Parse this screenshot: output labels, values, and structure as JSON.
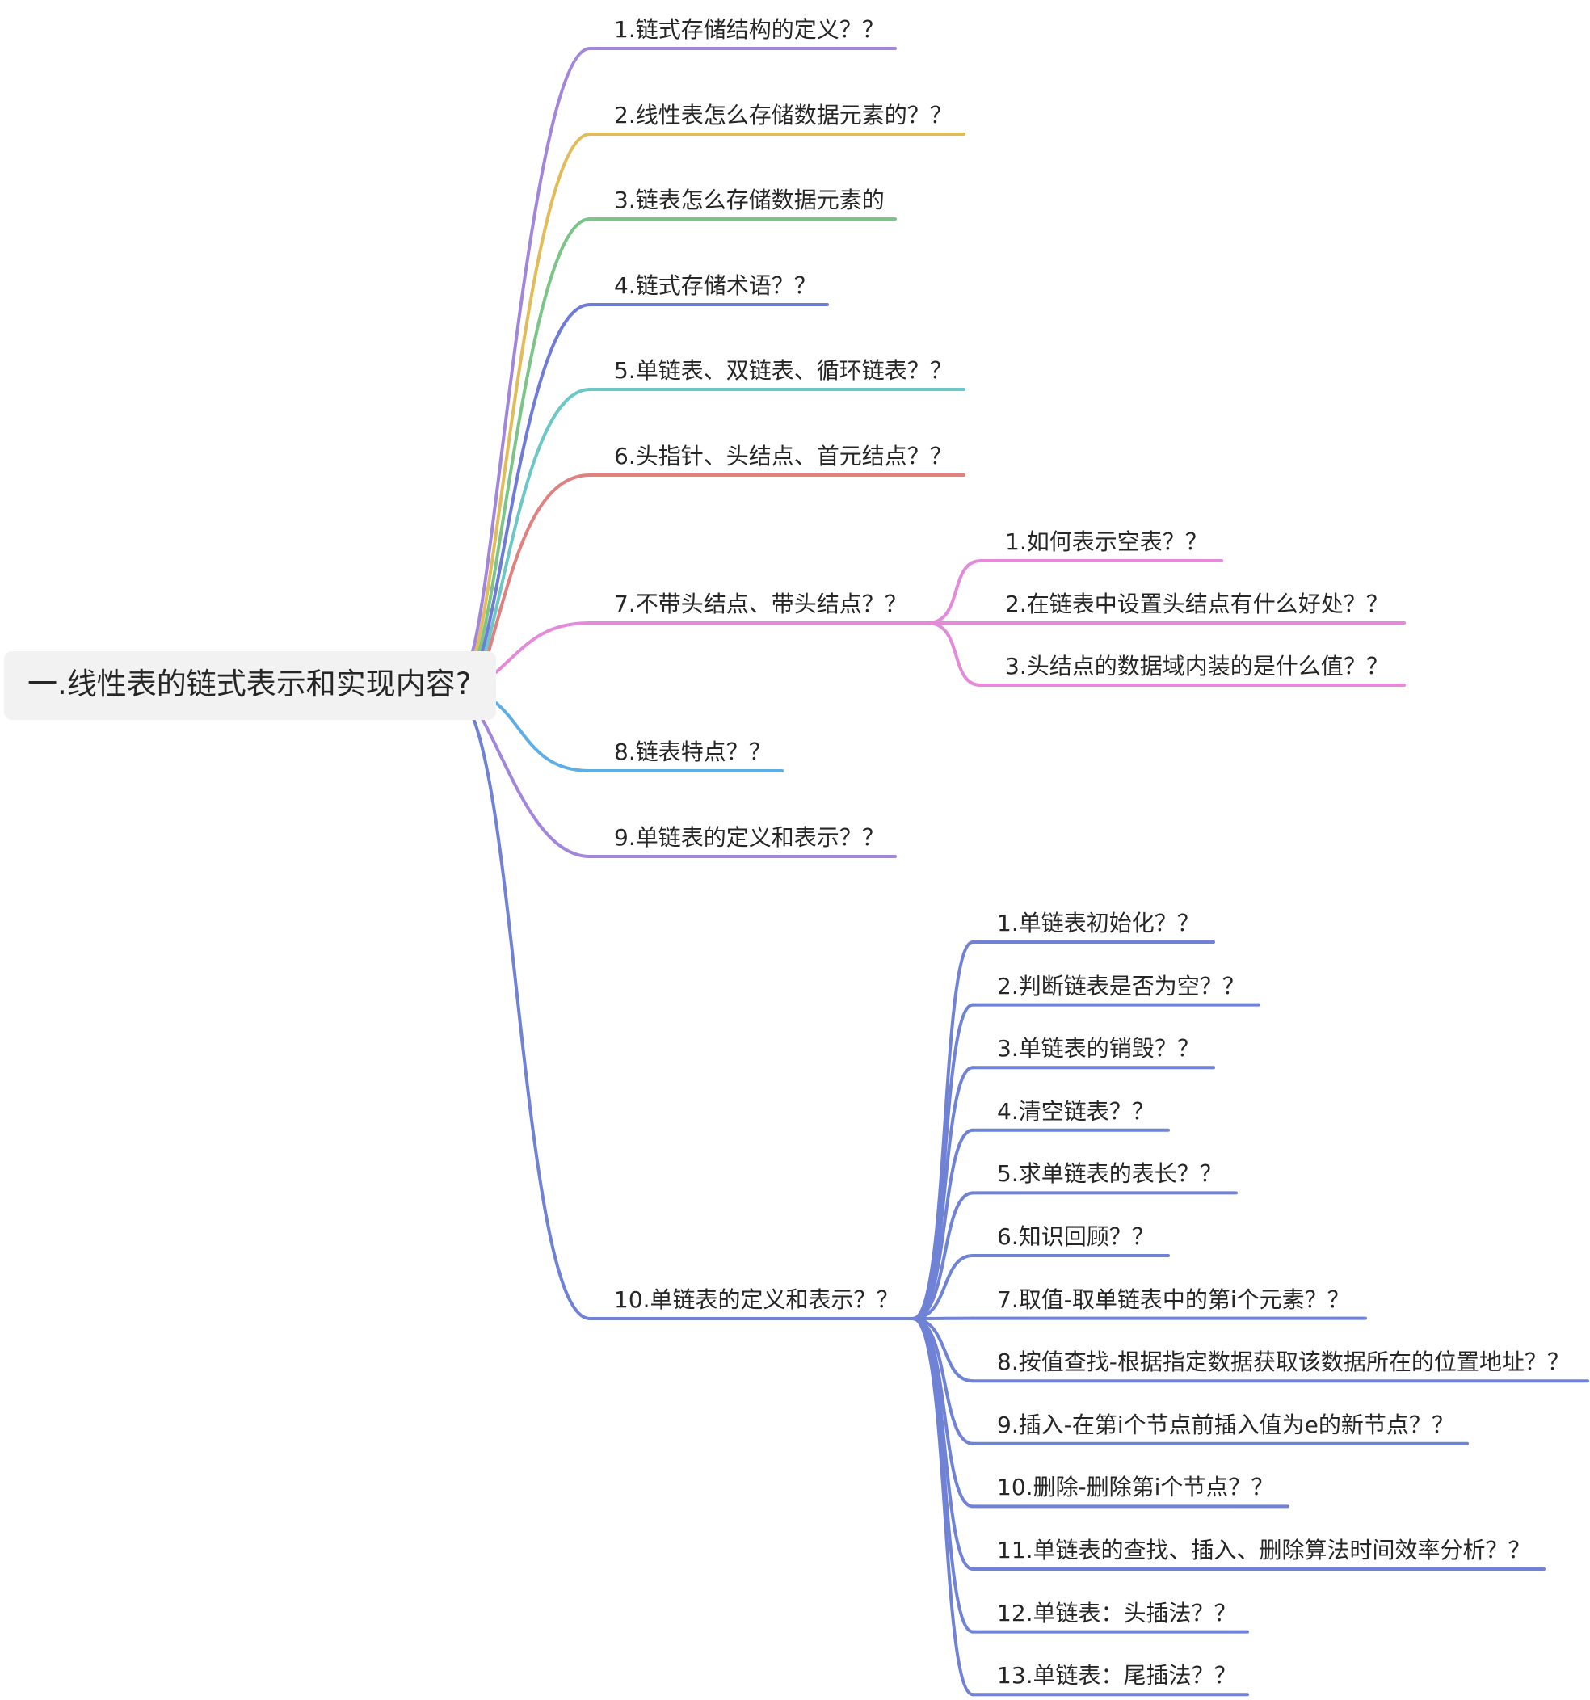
{
  "root": {
    "label": "一.线性表的链式表示和实现内容?"
  },
  "branches": [
    {
      "label": "1.链式存储结构的定义？？",
      "color": "#a286dc",
      "children": []
    },
    {
      "label": "2.线性表怎么存储数据元素的？？",
      "color": "#e2bc5a",
      "children": []
    },
    {
      "label": "3.链表怎么存储数据元素的",
      "color": "#7cc487",
      "children": []
    },
    {
      "label": "4.链式存储术语？？",
      "color": "#6f7bd8",
      "children": []
    },
    {
      "label": "5.单链表、双链表、循环链表？？",
      "color": "#6dc7c7",
      "children": []
    },
    {
      "label": "6.头指针、头结点、首元结点？？",
      "color": "#e0807f",
      "children": []
    },
    {
      "label": "7.不带头结点、带头结点？？",
      "color": "#e38ad8",
      "children": [
        "1.如何表示空表？？",
        "2.在链表中设置头结点有什么好处？？",
        "3.头结点的数据域内装的是什么值？？"
      ]
    },
    {
      "label": "8.链表特点？？",
      "color": "#5eaee4",
      "children": []
    },
    {
      "label": "9.单链表的定义和表示？？",
      "color": "#a286dc",
      "children": []
    },
    {
      "label": "10.单链表的定义和表示？？",
      "color": "#6f82d6",
      "children": [
        "1.单链表初始化？？",
        "2.判断链表是否为空？？",
        "3.单链表的销毁？？",
        "4.清空链表？？",
        "5.求单链表的表长？？",
        "6.知识回顾？？",
        "7.取值-取单链表中的第i个元素？？",
        "8.按值查找-根据指定数据获取该数据所在的位置地址？？",
        "9.插入-在第i个节点前插入值为e的新节点？？",
        "10.删除-删除第i个节点？？",
        "11.单链表的查找、插入、删除算法时间效率分析？？",
        "12.单链表：头插法？？",
        "13.单链表：尾插法？？"
      ]
    }
  ]
}
